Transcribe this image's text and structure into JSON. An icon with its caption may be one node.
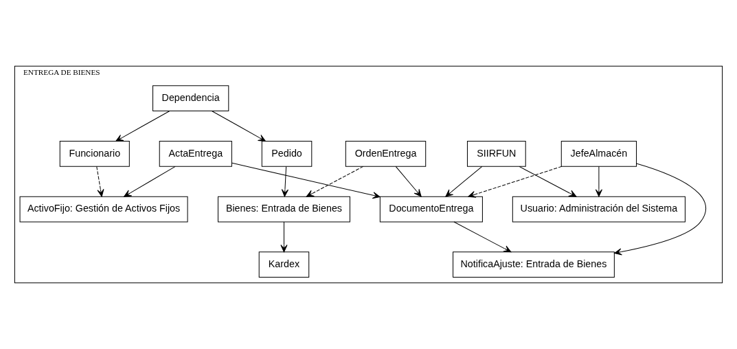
{
  "diagram": {
    "nodes": [
      {
        "text": [
          "ENTREGA DE BIENES"
        ]
      },
      {
        "text": [
          "Usuario: Administración del Sistema"
        ],
        "in": 0
      },
      {
        "text": [
          "JefeAlmacén"
        ],
        "in": 0
      },
      {
        "text": [
          "SIIRFUN"
        ],
        "in": 0
      },
      {
        "text": [
          "Pedido"
        ],
        "in": 0
      },
      {
        "text": [
          "Bienes: Entrada de Bienes"
        ],
        "in": 0
      },
      {
        "text": [
          "NotificaAjuste: Entrada de Bienes"
        ],
        "in": 0
      },
      {
        "text": [
          "DocumentoEntrega"
        ],
        "in": 0
      },
      {
        "text": [
          "Dependencia"
        ],
        "in": 0
      },
      {
        "text": [
          "Kardex"
        ],
        "in": 0
      },
      {
        "text": [
          "OrdenEntrega"
        ],
        "in": 0
      },
      {
        "text": [
          "ActaEntrega"
        ],
        "in": 0
      },
      {
        "text": [
          "Funcionario"
        ],
        "in": 0
      },
      {
        "text": [
          "ActivoFijo: Gestión de Activos Fijos"
        ],
        "in": 0
      }
    ],
    "edges": [
      {
        "from": 2,
        "to": 1,
        "arrow": "to"
      },
      {
        "from": 3,
        "to": 1,
        "arrow": "to"
      },
      {
        "from": 2,
        "to": 6,
        "arrow": "to"
      },
      {
        "from": 2,
        "to": 7,
        "arrow": "to",
        "style": "dashed"
      },
      {
        "from": 3,
        "to": 7,
        "arrow": "to"
      },
      {
        "from": 4,
        "to": 5,
        "arrow": "to"
      },
      {
        "from": 7,
        "to": 6,
        "arrow": "to"
      },
      {
        "from": 5,
        "to": 9,
        "arrow": "to"
      },
      {
        "from": 10,
        "to": 5,
        "arrow": "to",
        "style": "dashed"
      },
      {
        "from": 10,
        "to": 7,
        "arrow": "to"
      },
      {
        "from": 11,
        "to": 7,
        "arrow": "to"
      },
      {
        "from": 11,
        "to": 13,
        "arrow": "to"
      },
      {
        "from": 8,
        "to": 4,
        "arrow": "to"
      },
      {
        "from": 8,
        "to": 12,
        "arrow": "to"
      },
      {
        "from": 12,
        "to": 13,
        "arrow": "to",
        "style": "dashed"
      }
    ]
  }
}
